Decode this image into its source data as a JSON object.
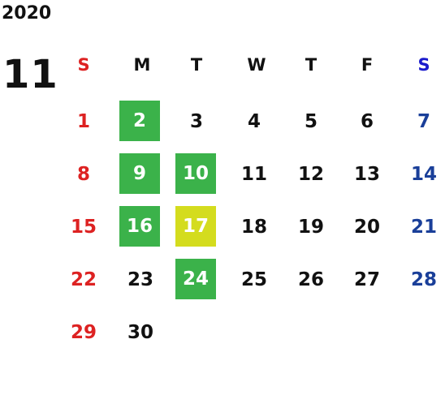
{
  "calendar": {
    "year": "2020",
    "month": "11",
    "weekdays": [
      "S",
      "M",
      "T",
      "W",
      "T",
      "F",
      "S"
    ],
    "weeks": [
      [
        "1",
        "2",
        "3",
        "4",
        "5",
        "6",
        "7"
      ],
      [
        "8",
        "9",
        "10",
        "11",
        "12",
        "13",
        "14"
      ],
      [
        "15",
        "16",
        "17",
        "18",
        "19",
        "20",
        "21"
      ],
      [
        "22",
        "23",
        "24",
        "25",
        "26",
        "27",
        "28"
      ],
      [
        "29",
        "30",
        "",
        "",
        "",
        "",
        ""
      ]
    ],
    "colors": {
      "sunday": "#dd2222",
      "saturday": "#1a3f99",
      "saturday_header": "#1a1acc",
      "highlight_green": "#3bb24a",
      "highlight_yellow": "#d4dc1e",
      "text": "#111111"
    },
    "highlighted_green_days": [
      "2",
      "9",
      "10",
      "16",
      "24"
    ],
    "highlighted_yellow_days": [
      "17"
    ]
  }
}
